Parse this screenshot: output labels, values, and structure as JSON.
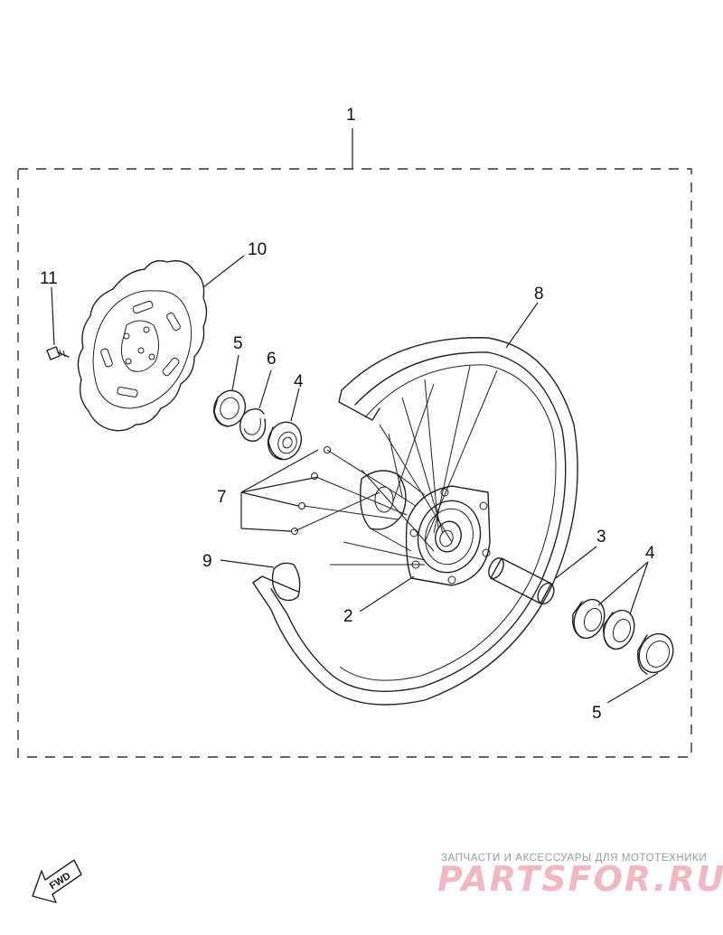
{
  "diagram": {
    "callouts": {
      "assembly": "1",
      "hub": "2",
      "collar": "3",
      "bearing_left": "4",
      "bearing_right": "4",
      "seal_left": "5",
      "seal_right": "5",
      "circlip": "6",
      "spokes": "7",
      "rim": "8",
      "band": "9",
      "disc": "10",
      "bolt": "11"
    },
    "direction_arrow": "FWD",
    "colors": {
      "line": "#222222",
      "watermark_logo": "#f1b8c0",
      "watermark_text": "#9a9a9a"
    }
  },
  "watermark": {
    "tagline": "ЗАПЧАСТИ И АКСЕССУАРЫ ДЛЯ МОТОТЕХНИКИ",
    "logo": "PARTSFOR.RU"
  }
}
